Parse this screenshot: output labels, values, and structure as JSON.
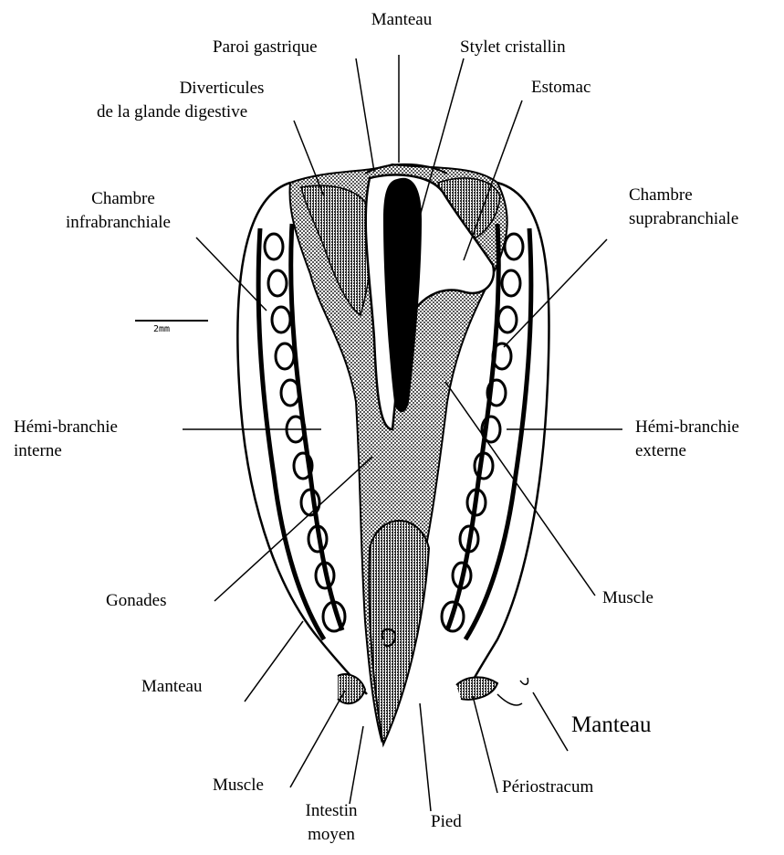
{
  "labels": {
    "manteau_top": "Manteau",
    "paroi_gastrique": "Paroi gastrique",
    "stylet_cristallin": "Stylet cristallin",
    "diverticules_1": "Diverticules",
    "diverticules_2": "de la glande digestive",
    "estomac": "Estomac",
    "chambre_infra_1": "Chambre",
    "chambre_infra_2": "infrabranchiale",
    "chambre_supra_1": "Chambre",
    "chambre_supra_2": "suprabranchiale",
    "hemi_interne_1": "Hémi-branchie",
    "hemi_interne_2": "interne",
    "hemi_externe_1": "Hémi-branchie",
    "hemi_externe_2": "externe",
    "gonades": "Gonades",
    "muscle_right": "Muscle",
    "manteau_left": "Manteau",
    "manteau_right": "Manteau",
    "muscle_left": "Muscle",
    "intestin_1": "Intestin",
    "intestin_2": "moyen",
    "pied": "Pied",
    "periostracum": "Périostracum"
  },
  "scale_bar": {
    "label": "2mm"
  },
  "colors": {
    "ink": "#000000",
    "tissue": "#8a8a8a",
    "background": "#ffffff"
  }
}
